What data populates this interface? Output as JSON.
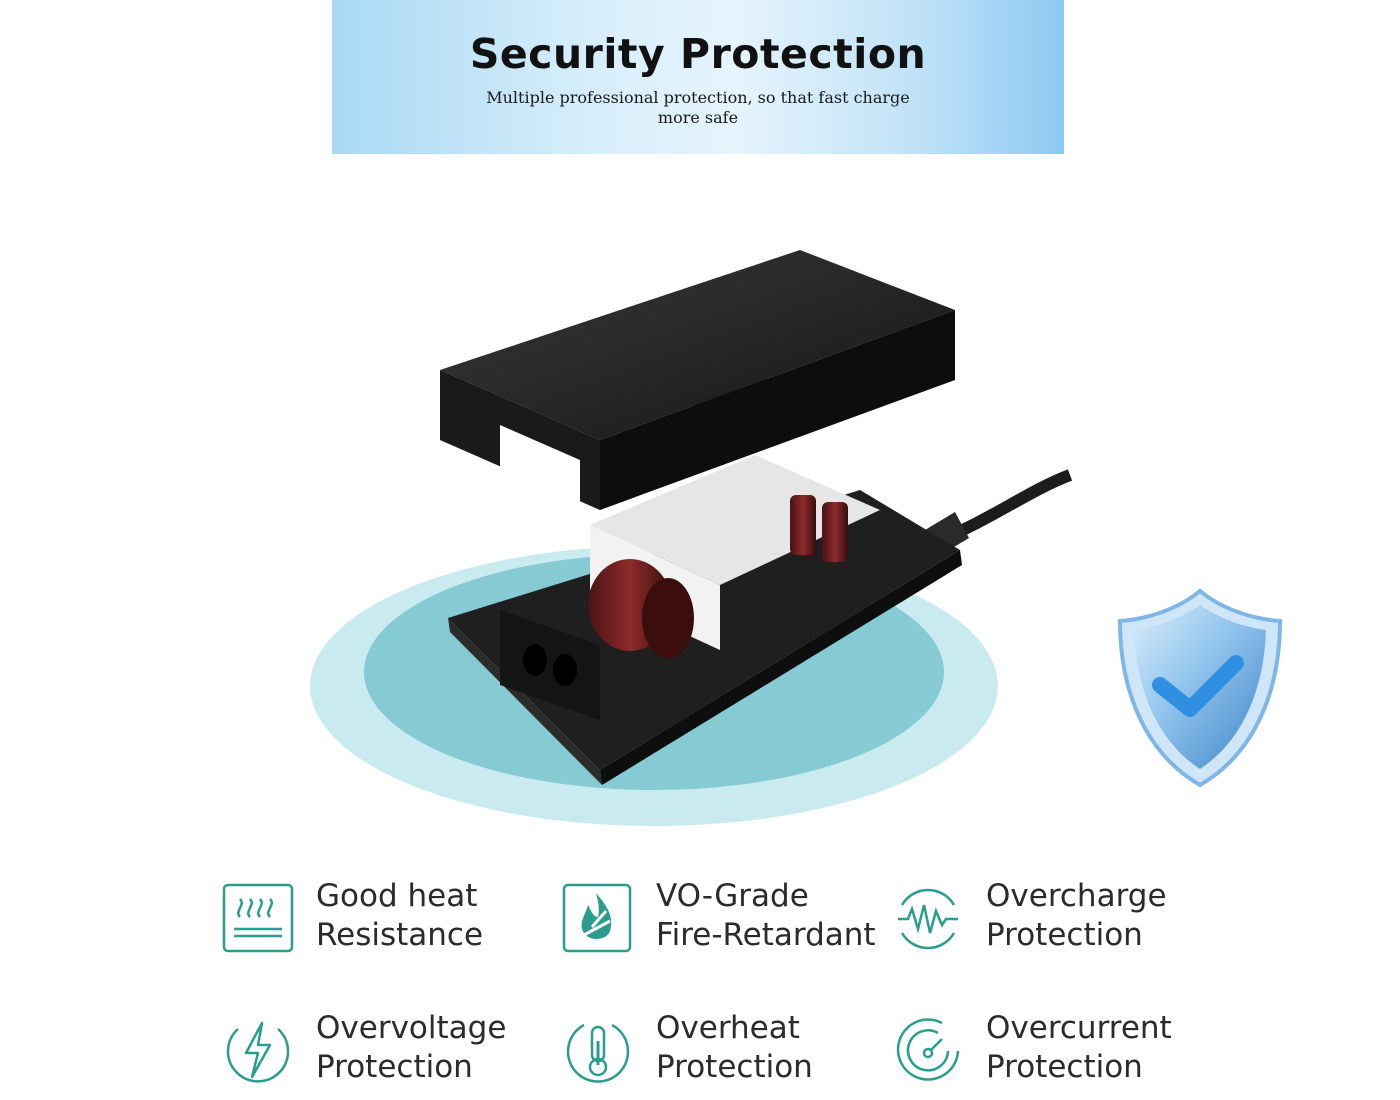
{
  "header": {
    "title": "Security Protection",
    "subtitle": "Multiple professional protection, so that fast charge more safe"
  },
  "colors": {
    "accent": "#2a9d8f",
    "banner_light": "#e6f4fc",
    "banner_blue": "#8ec9f1",
    "shield_blue": "#4a9fe0",
    "platform": "#9fd6de"
  },
  "features": [
    {
      "icon": "heat-waves-icon",
      "line1": "Good heat",
      "line2": "Resistance"
    },
    {
      "icon": "flame-icon",
      "line1": "VO-Grade",
      "line2": "Fire-Retardant"
    },
    {
      "icon": "charge-wave-icon",
      "line1": "Overcharge",
      "line2": "Protection"
    },
    {
      "icon": "lightning-icon",
      "line1": "Overvoltage",
      "line2": "Protection"
    },
    {
      "icon": "thermometer-icon",
      "line1": "Overheat",
      "line2": "Protection"
    },
    {
      "icon": "gauge-icon",
      "line1": "Overcurrent",
      "line2": "Protection"
    }
  ]
}
